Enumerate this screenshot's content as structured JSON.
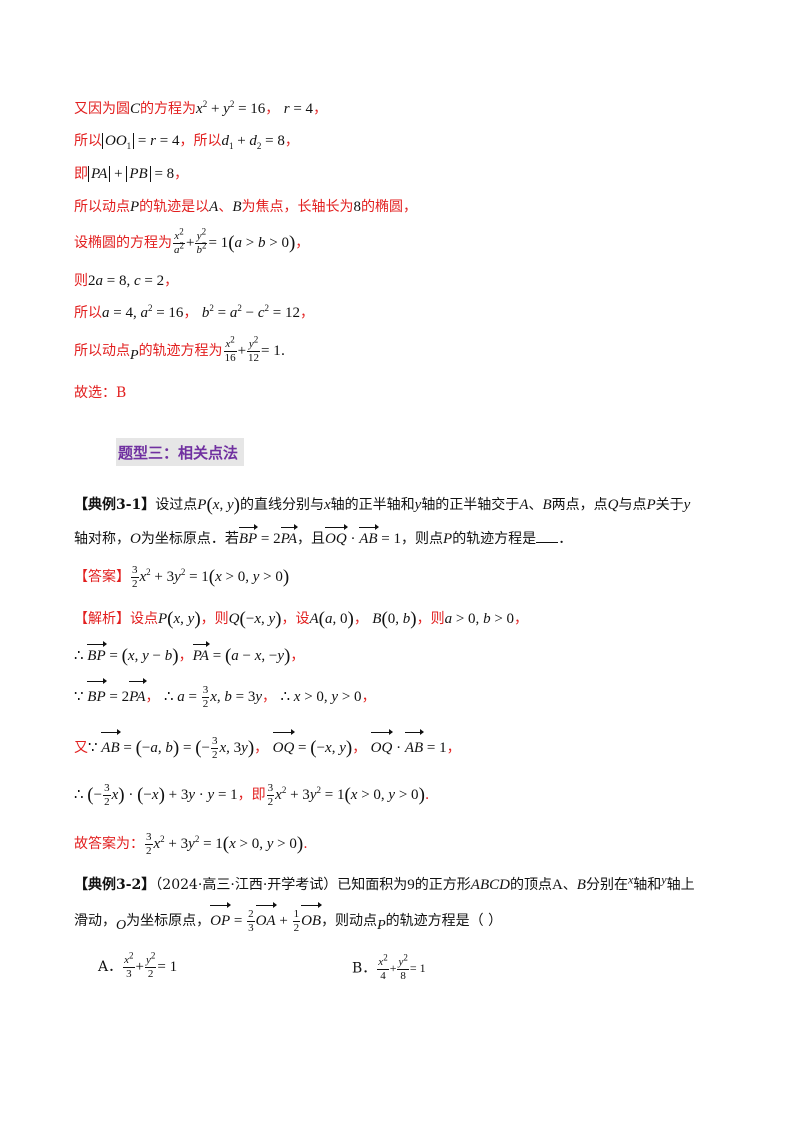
{
  "part1": {
    "l1_t1": "又因为圆",
    "l1_t2": "的方程为",
    "l1_t3": "，",
    "l1_t4": "，",
    "l2_t1": "所以",
    "l2_t2": "，所以",
    "l2_t3": "，",
    "l3_t1": "即",
    "l3_t2": "，",
    "l4_t1": "所以动点",
    "l4_t2": "的轨迹是以",
    "l4_t3": "、",
    "l4_t4": "为焦点，长轴长为",
    "l4_t5": "的椭圆，",
    "l5_t1": "设椭圆的方程为",
    "l5_t2": "，",
    "l6_t1": "则",
    "l6_t2": "，",
    "l7_t1": "所以",
    "l7_t2": "，",
    "l7_t3": "，",
    "l8_t1": "所以动点",
    "l8_t2": "的轨迹方程为",
    "l8_t3": ".",
    "l9": "故选：B"
  },
  "section_title": "题型三：相关点法",
  "ex31": {
    "label": "【典例3-1】",
    "t1": "设过点",
    "t2": "的直线分别与",
    "t3": "轴的正半轴和",
    "t4": "轴的正半轴交于",
    "t5": "、",
    "t6": "两点，点",
    "t7": "与点",
    "t8": "关于",
    "t9": "轴对称，",
    "t10": "为坐标原点．若",
    "t11": "，且",
    "t12": "，则点",
    "t13": "的轨迹方程是",
    "t14": "．",
    "answer_label": "【答案】",
    "analysis_label": "【解析】",
    "a1": "设点",
    "a2": "，则",
    "a3": "，设",
    "a4": "，",
    "a5": "，则",
    "a6": "，",
    "you": "又",
    "ji": "即",
    "final_label": "故答案为："
  },
  "ex32": {
    "label": "【典例3-2】",
    "source": "（2024·高三·江西·开学考试）",
    "t1": "已知面积为",
    "t2": "的正方形",
    "t3": "的顶点",
    "t4": "、",
    "t5": "分别在",
    "t6": "轴和",
    "t7": "轴上",
    "t8": "滑动，",
    "t9": "为坐标原点，",
    "t10": "，则动点",
    "t11": "的轨迹方程是（    ）",
    "optA": "A．",
    "optB": "B．"
  }
}
